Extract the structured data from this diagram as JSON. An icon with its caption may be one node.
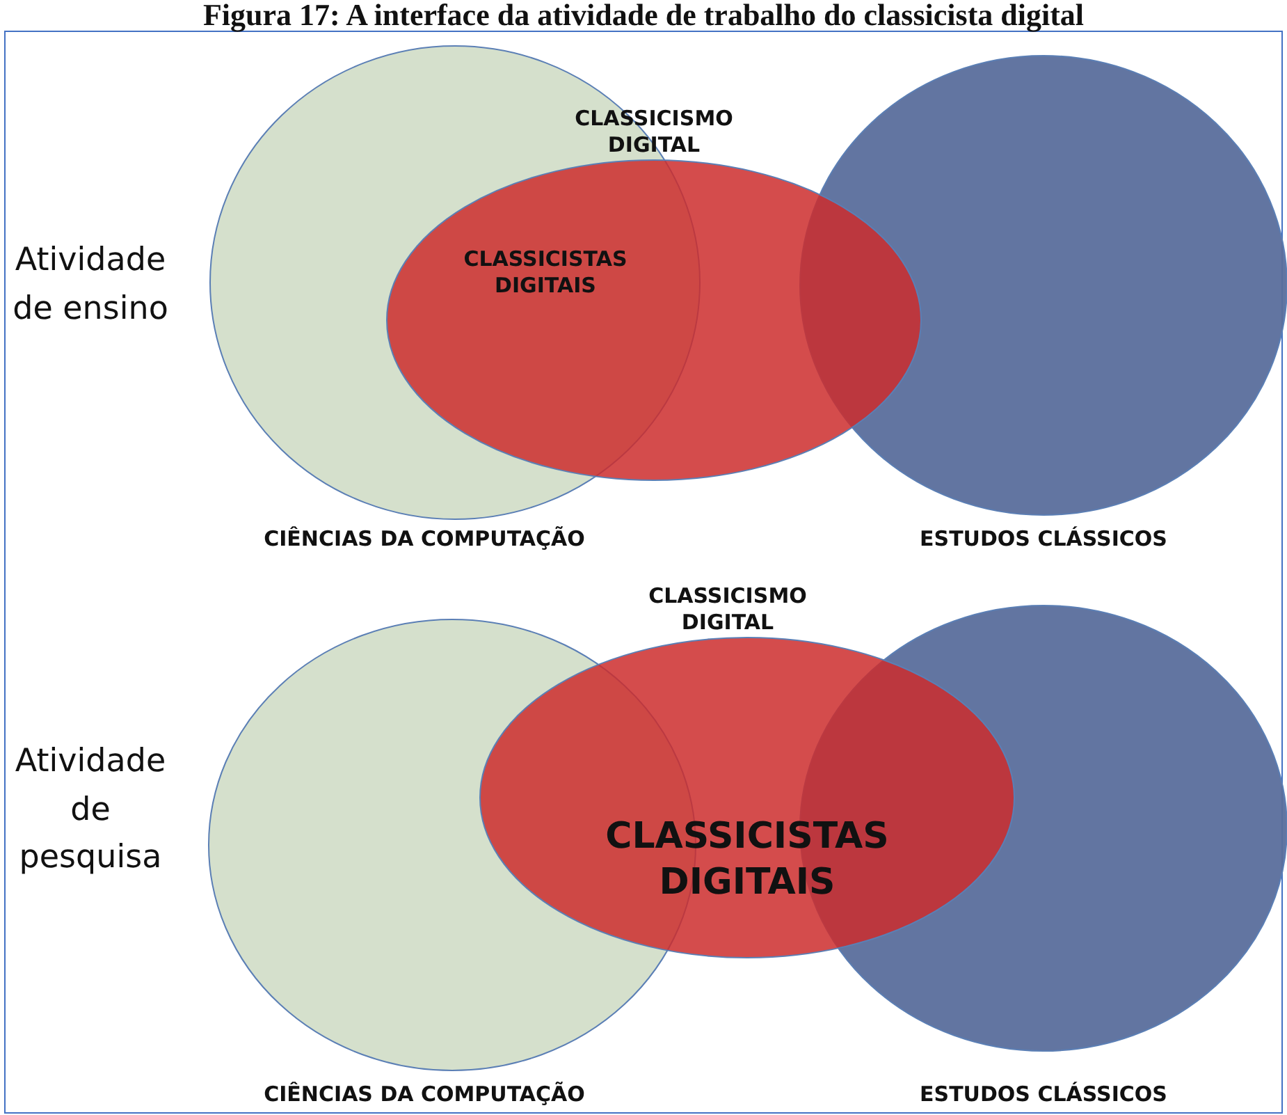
{
  "diagram": {
    "title": "Figura 17: A interface da atividade de trabalho do classicista digital",
    "nodes": [
      {
        "text": [
          "CIÊNCIAS DA COMPUTAÇÃO"
        ]
      },
      {
        "text": [
          "CLASSICISMO DIGITAL",
          "CLASSICISTAS DIGITAIS"
        ]
      },
      {
        "text": [
          "ESTUDOS CLÁSSICOS"
        ]
      },
      {
        "text": [
          "CIÊNCIAS DA COMPUTAÇÃO"
        ]
      },
      {
        "text": [
          "CLASSICISMO DIGITAL",
          "CLASSICISTAS DIGITAIS"
        ]
      },
      {
        "text": [
          "ESTUDOS CLÁSSICOS"
        ]
      }
    ],
    "edges": [],
    "labels": [
      "Atividade de ensino",
      "Atividade de pesquisa"
    ]
  }
}
